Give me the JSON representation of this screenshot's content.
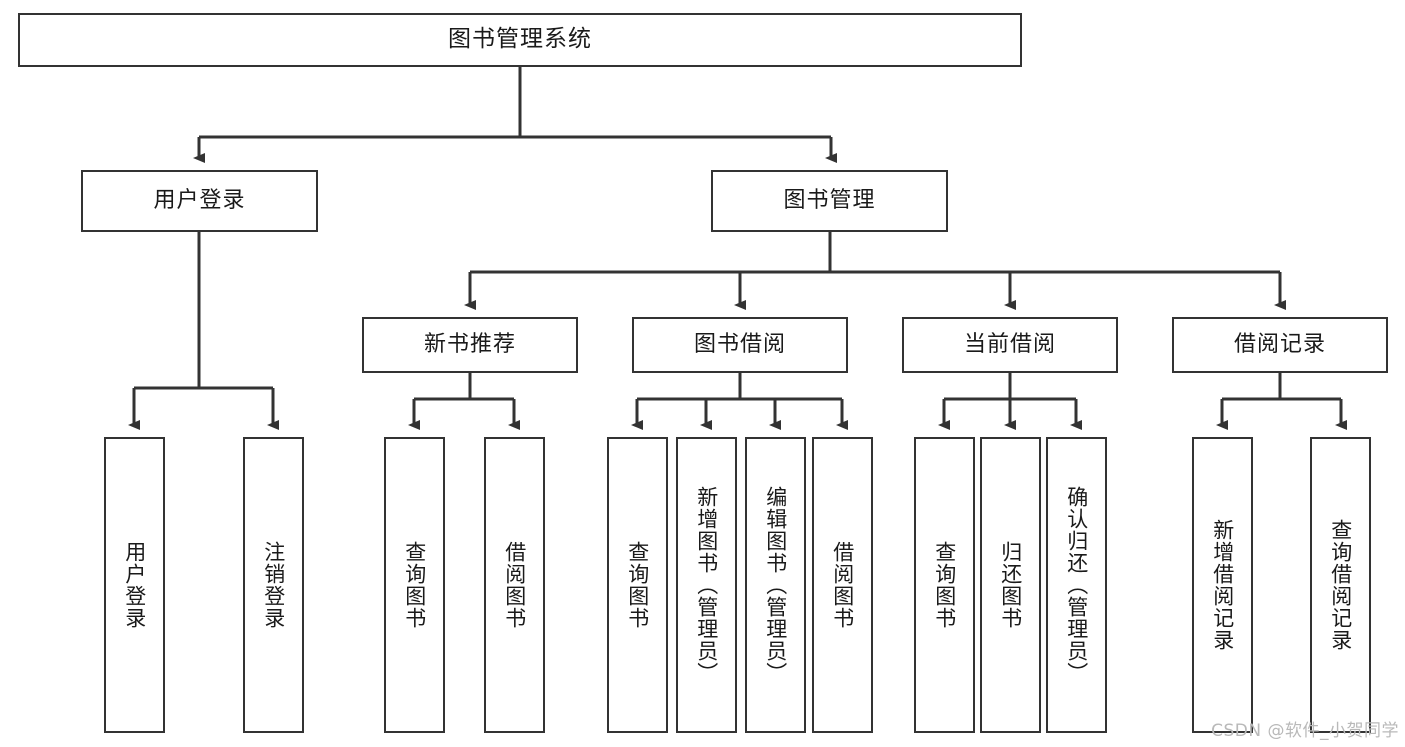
{
  "diagram": {
    "title": "图书管理系统",
    "type": "hierarchy-tree",
    "watermark": "CSDN @软件_小贺同学",
    "levels": {
      "root": {
        "label": "图书管理系统"
      },
      "level2": [
        {
          "id": "user-login",
          "label": "用户登录"
        },
        {
          "id": "book-management",
          "label": "图书管理"
        }
      ],
      "level3": [
        {
          "id": "new-book-recommend",
          "label": "新书推荐",
          "parent": "book-management"
        },
        {
          "id": "book-borrow",
          "label": "图书借阅",
          "parent": "book-management"
        },
        {
          "id": "current-borrow",
          "label": "当前借阅",
          "parent": "book-management"
        },
        {
          "id": "borrow-record",
          "label": "借阅记录",
          "parent": "book-management"
        }
      ],
      "leaves": [
        {
          "id": "leaf-user-login",
          "label": "用户登录",
          "parent": "user-login"
        },
        {
          "id": "leaf-logout-login",
          "label": "注销登录",
          "parent": "user-login"
        },
        {
          "id": "leaf-query-book-1",
          "label": "查询图书",
          "parent": "new-book-recommend"
        },
        {
          "id": "leaf-borrow-book-1",
          "label": "借阅图书",
          "parent": "new-book-recommend"
        },
        {
          "id": "leaf-query-book-2",
          "label": "查询图书",
          "parent": "book-borrow"
        },
        {
          "id": "leaf-add-book",
          "label": "新增图书（管理员）",
          "parent": "book-borrow"
        },
        {
          "id": "leaf-edit-book",
          "label": "编辑图书（管理员）",
          "parent": "book-borrow"
        },
        {
          "id": "leaf-borrow-book-2",
          "label": "借阅图书",
          "parent": "book-borrow"
        },
        {
          "id": "leaf-query-book-3",
          "label": "查询图书",
          "parent": "current-borrow"
        },
        {
          "id": "leaf-return-book",
          "label": "归还图书",
          "parent": "current-borrow"
        },
        {
          "id": "leaf-confirm-return",
          "label": "确认归还（管理员）",
          "parent": "current-borrow"
        },
        {
          "id": "leaf-add-record",
          "label": "新增借阅记录",
          "parent": "borrow-record"
        },
        {
          "id": "leaf-query-record",
          "label": "查询借阅记录",
          "parent": "borrow-record"
        }
      ]
    },
    "colors": {
      "stroke": "#333333",
      "fill": "#ffffff",
      "text": "#1a1a1a",
      "watermark": "#b9b9b9"
    }
  }
}
